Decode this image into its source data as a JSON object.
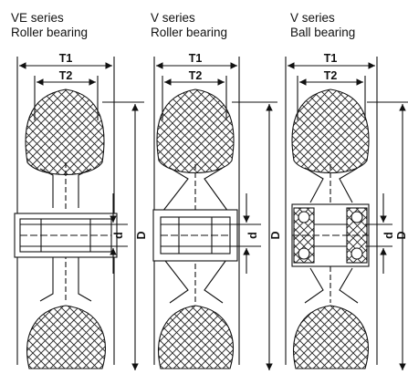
{
  "columns": [
    {
      "series": "VE series",
      "bearing": "Roller bearing",
      "w1": "T1",
      "w2": "T2",
      "d1": "d",
      "d2": "D"
    },
    {
      "series": "V series",
      "bearing": "Roller bearing",
      "w1": "T1",
      "w2": "T2",
      "d1": "d",
      "d2": "D"
    },
    {
      "series": "V series",
      "bearing": "Ball bearing",
      "w1": "T1",
      "w2": "T2",
      "d1": "d",
      "d2": "D"
    }
  ],
  "colors": {
    "line": "#111111",
    "fill": "#ffffff",
    "hatch": "#222222"
  }
}
